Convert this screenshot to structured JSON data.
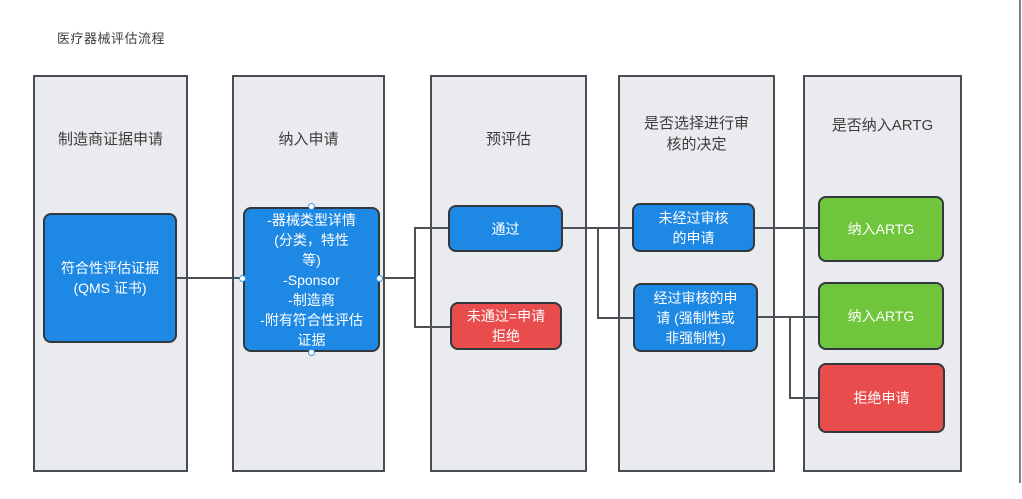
{
  "page": {
    "title": "医疗器械评估流程"
  },
  "palette": {
    "blue": "#1E88E5",
    "green": "#6FC63C",
    "red": "#E94C4C",
    "lane_fill": "#E9EBEE",
    "lane_border": "#484D53",
    "edge_line": "#4D5156"
  },
  "lanes": [
    {
      "label": "制造商证据申请"
    },
    {
      "label": "纳入申请"
    },
    {
      "label": "预评估"
    },
    {
      "label": "是否选择进行审\n核的决定"
    },
    {
      "label": "是否纳入ARTG"
    }
  ],
  "nodes": [
    {
      "label": "符合性评估证据\n(QMS 证书)",
      "color": "blue"
    },
    {
      "label": "-器械类型详情\n(分类，特性\n等)\n-Sponsor\n-制造商\n-附有符合性评估\n证据",
      "color": "blue"
    },
    {
      "label": "通过",
      "color": "blue"
    },
    {
      "label": "未通过=申请\n拒绝",
      "color": "red"
    },
    {
      "label": "未经过审核\n的申请",
      "color": "blue"
    },
    {
      "label": "经过审核的申\n请 (强制性或\n非强制性)",
      "color": "blue"
    },
    {
      "label": "纳入ARTG",
      "color": "green"
    },
    {
      "label": "纳入ARTG",
      "color": "green"
    },
    {
      "label": "拒绝申请",
      "color": "red"
    }
  ],
  "edges": [
    {
      "from": "符合性评估证据 (QMS 证书)",
      "to": "纳入申请详情"
    },
    {
      "from": "纳入申请详情",
      "to": "通过"
    },
    {
      "from": "纳入申请详情",
      "to": "未通过=申请拒绝"
    },
    {
      "from": "通过",
      "to": "未经过审核的申请"
    },
    {
      "from": "通过",
      "to": "经过审核的申请 (强制性或非强制性)"
    },
    {
      "from": "未经过审核的申请",
      "to": "纳入ARTG"
    },
    {
      "from": "经过审核的申请 (强制性或非强制性)",
      "to": "纳入ARTG"
    },
    {
      "from": "经过审核的申请 (强制性或非强制性)",
      "to": "拒绝申请"
    }
  ]
}
